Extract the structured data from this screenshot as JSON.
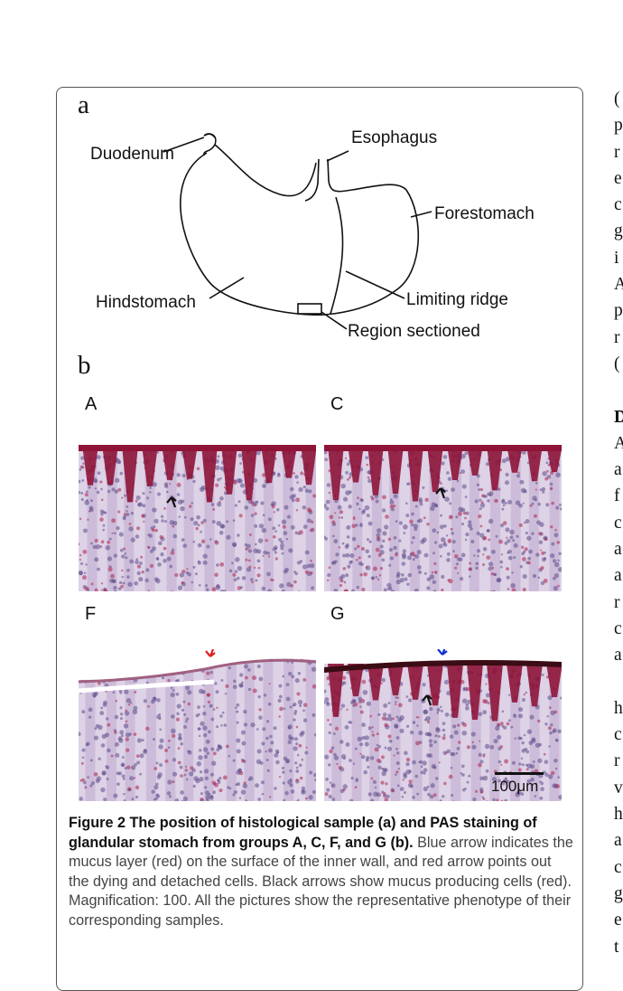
{
  "figure": {
    "panel_a_letter": "a",
    "panel_b_letter": "b",
    "diagram_labels": {
      "duodenum": "Duodenum",
      "esophagus": "Esophagus",
      "forestomach": "Forestomach",
      "hindstomach": "Hindstomach",
      "limiting_ridge": "Limiting ridge",
      "region_sectioned": "Region sectioned"
    },
    "micrographs": [
      {
        "letter": "A",
        "stain": "heavy-mucus",
        "arrow_colors": [
          "#111111"
        ]
      },
      {
        "letter": "C",
        "stain": "heavy-mucus",
        "arrow_colors": [
          "#111111"
        ]
      },
      {
        "letter": "F",
        "stain": "detached",
        "arrow_colors": [
          "#e02020"
        ]
      },
      {
        "letter": "G",
        "stain": "mucus-layer",
        "arrow_colors": [
          "#1030d0",
          "#111111"
        ]
      }
    ],
    "scale_bar_label": "100μm",
    "caption_title": "Figure 2 The position of histological sample (a) and PAS staining of glandular stomach from groups A, C, F, and G (b).",
    "caption_body": "Blue arrow indicates the mucus layer (red) on the surface of the inner wall, and red arrow points out the dying and detached cells. Black arrows show mucus producing cells (red). Magnification: 100. All the pictures show the representative phenotype of their corresponding samples."
  },
  "right_column_fragments": [
    "(",
    "p",
    "r",
    "e",
    "c",
    "g",
    "i",
    "A",
    "p",
    "r",
    "(",
    "",
    "D",
    "A",
    "a",
    "f",
    "c",
    "a",
    "a",
    "r",
    "c",
    "a",
    "",
    "h",
    "c",
    "r",
    "v",
    "h",
    "a",
    "c",
    "g",
    "e",
    "t"
  ],
  "colors": {
    "mucus": "#8e1538",
    "tissue": "#c9b8d6",
    "nuclei": "#5c4a8a",
    "arrow_blue": "#1030d0",
    "arrow_red": "#e02020",
    "arrow_black": "#111111"
  }
}
